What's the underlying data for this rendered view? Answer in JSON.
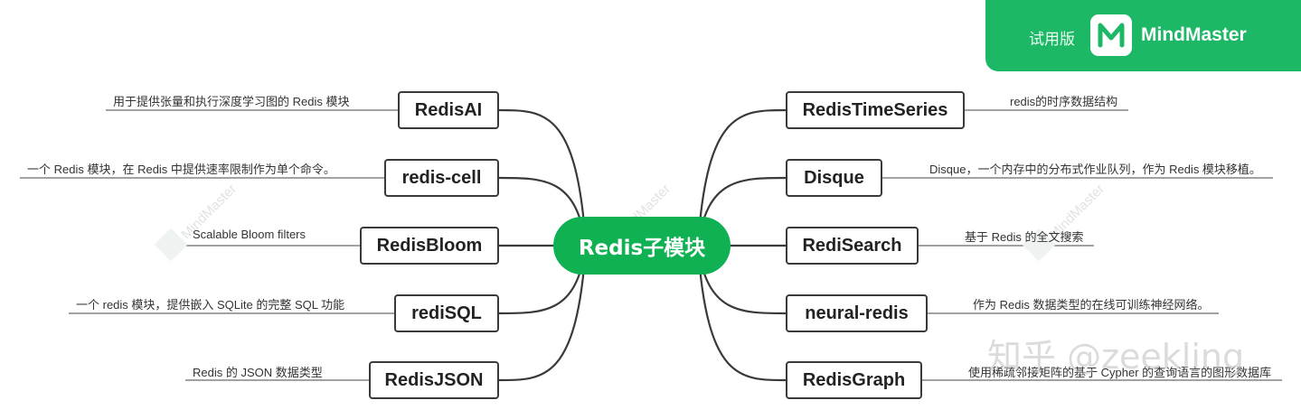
{
  "badge": {
    "trial_label": "试用版",
    "brand": "MindMaster"
  },
  "central_topic": "Redis子模块",
  "left_branches": [
    {
      "node": "RedisAI",
      "desc": "用于提供张量和执行深度学习图的 Redis 模块"
    },
    {
      "node": "redis-cell",
      "desc": "一个 Redis 模块，在 Redis 中提供速率限制作为单个命令。"
    },
    {
      "node": "RedisBloom",
      "desc": "Scalable Bloom filters"
    },
    {
      "node": "rediSQL",
      "desc": "一个 redis 模块，提供嵌入 SQLite 的完整 SQL 功能"
    },
    {
      "node": "RedisJSON",
      "desc": "Redis 的 JSON 数据类型"
    }
  ],
  "right_branches": [
    {
      "node": "RedisTimeSeries",
      "desc": "redis的时序数据结构"
    },
    {
      "node": "Disque",
      "desc": "Disque，一个内存中的分布式作业队列，作为 Redis 模块移植。"
    },
    {
      "node": "RediSearch",
      "desc": "基于 Redis 的全文搜索"
    },
    {
      "node": "neural-redis",
      "desc": "作为 Redis 数据类型的在线可训练神经网络。"
    },
    {
      "node": "RedisGraph",
      "desc": "使用稀疏邻接矩阵的基于 Cypher 的查询语言的图形数据库"
    }
  ],
  "watermark": {
    "text": "MindMaster",
    "site_mark": "知乎 @zeekling"
  },
  "colors": {
    "accent": "#0fb152",
    "badge": "#1db866",
    "line": "#3a3a3a"
  }
}
